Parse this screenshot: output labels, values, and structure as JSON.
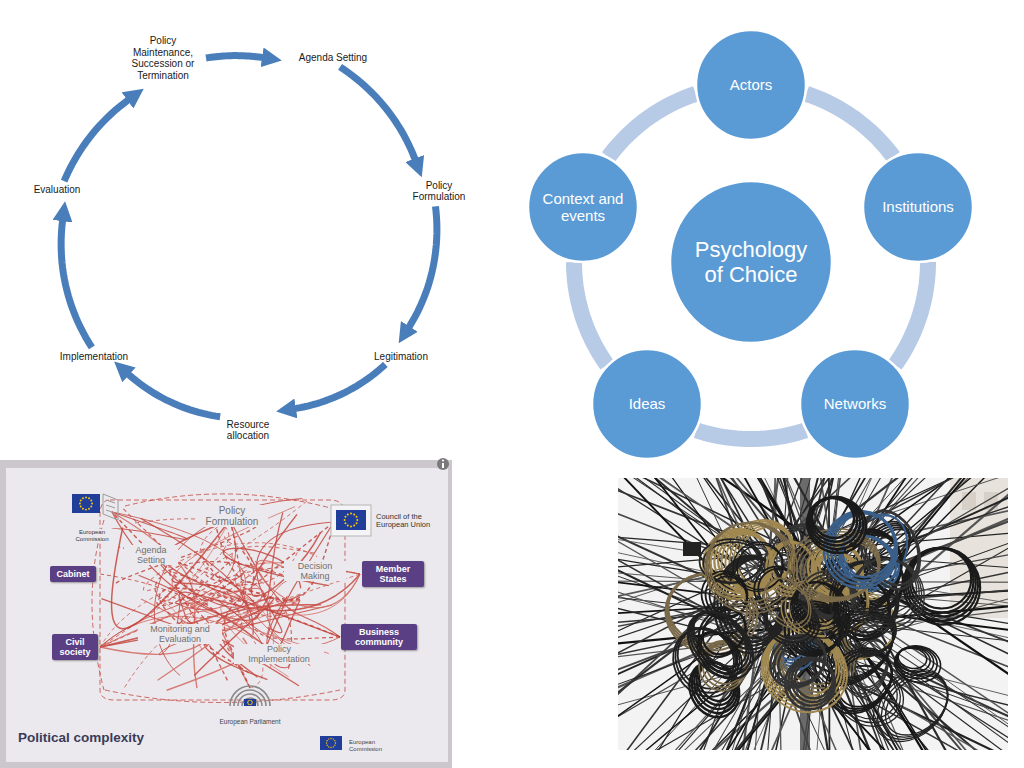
{
  "diagram": {
    "nodes": [
      {
        "text": [
          "Policy Maintenance, Succession or Termination"
        ]
      },
      {
        "text": [
          "Agenda Setting"
        ]
      },
      {
        "text": [
          "Policy Formulation"
        ]
      },
      {
        "text": [
          "Legitimation"
        ]
      },
      {
        "text": [
          "Resource allocation"
        ]
      },
      {
        "text": [
          "Implementation"
        ]
      },
      {
        "text": [
          "Evaluation"
        ]
      },
      {
        "text": [
          "Actors"
        ]
      },
      {
        "text": [
          "Institutions"
        ]
      },
      {
        "text": [
          "Networks"
        ]
      },
      {
        "text": [
          "Ideas"
        ]
      },
      {
        "text": [
          "Context and events"
        ]
      },
      {
        "text": [
          "Psychology of Choice"
        ]
      },
      {
        "text": [
          "Cabinet"
        ]
      },
      {
        "text": [
          "Member States"
        ]
      },
      {
        "text": [
          "Civil society"
        ]
      },
      {
        "text": [
          "Business community"
        ]
      }
    ],
    "edges": [
      {
        "from": 0,
        "to": 1,
        "arrow": "to"
      },
      {
        "from": 1,
        "to": 2,
        "arrow": "to"
      },
      {
        "from": 2,
        "to": 3,
        "arrow": "to"
      },
      {
        "from": 3,
        "to": 4,
        "arrow": "to"
      },
      {
        "from": 4,
        "to": 5,
        "arrow": "to"
      },
      {
        "from": 5,
        "to": 6,
        "arrow": "to"
      },
      {
        "from": 6,
        "to": 0,
        "arrow": "to"
      },
      {
        "from": 7,
        "to": 8,
        "arrow": "none"
      },
      {
        "from": 8,
        "to": 9,
        "arrow": "none"
      },
      {
        "from": 9,
        "to": 10,
        "arrow": "none"
      },
      {
        "from": 10,
        "to": 11,
        "arrow": "none"
      },
      {
        "from": 11,
        "to": 7,
        "arrow": "none"
      }
    ],
    "labels": [
      "European Commission",
      "Policy Formulation",
      "Council of the European Union",
      "Agenda Setting",
      "Decision Making",
      "Monitoring and Evaluation",
      "Policy Implementation",
      "European Parliament",
      "Political complexity",
      "European Commission"
    ]
  }
}
